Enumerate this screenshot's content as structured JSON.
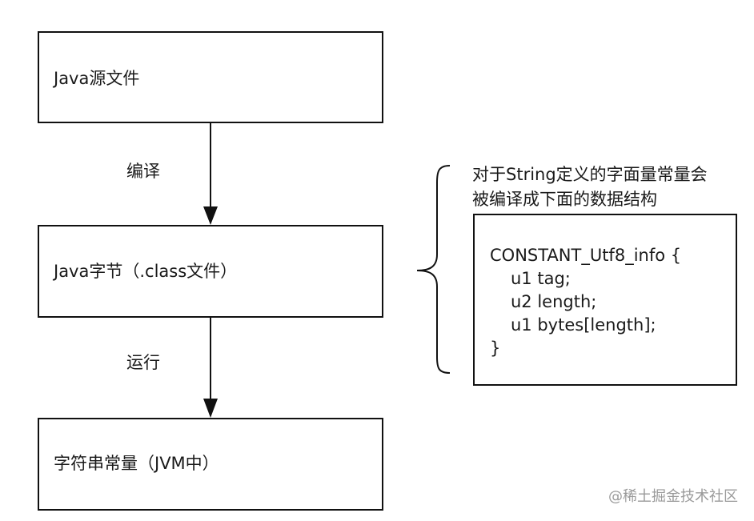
{
  "nodes": {
    "source": {
      "label": "Java源文件"
    },
    "bytecode": {
      "label": "Java字节（.class文件）"
    },
    "constant": {
      "label": "字符串常量（JVM中）"
    }
  },
  "edges": {
    "compile": {
      "label": "编译"
    },
    "run": {
      "label": "运行"
    }
  },
  "annotation": {
    "line1": "对于String定义的字面量常量会",
    "line2": "被编译成下面的数据结构",
    "code": [
      "CONSTANT_Utf8_info {",
      "u1 tag;",
      "u2 length;",
      "u1 bytes[length];",
      "}"
    ]
  },
  "watermark": "@稀土掘金技术社区",
  "colors": {
    "stroke": "#111111",
    "text": "#1a1a1a",
    "watermark": "#9a9a9a"
  }
}
